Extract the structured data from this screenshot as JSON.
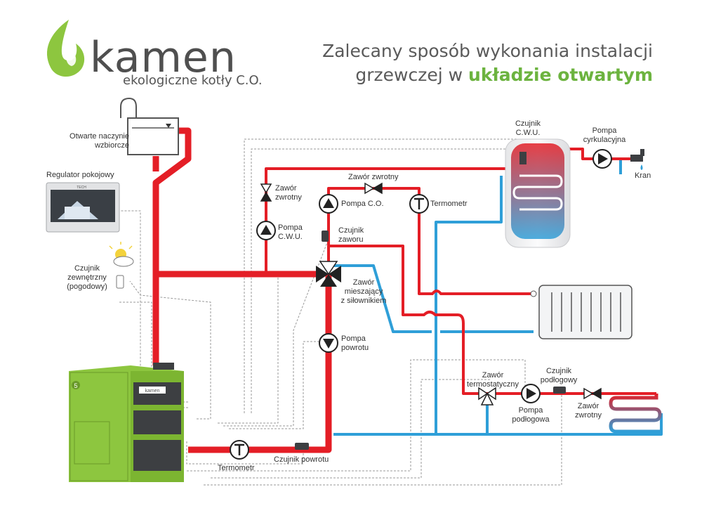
{
  "brand": {
    "name": "kamen",
    "tagline": "ekologiczne kotły C.O."
  },
  "title": {
    "line1": "Zalecany sposób wykonania instalacji",
    "line2_prefix": "grzewczej w ",
    "line2_highlight": "układzie otwartym"
  },
  "labels": {
    "expansion_vessel": [
      "Otwarte naczynie",
      "wzbiorcze"
    ],
    "room_controller": "Regulator pokojowy",
    "outdoor_sensor": [
      "Czujnik",
      "zewnętrzny",
      "(pogodowy)"
    ],
    "check_valve_dhw": [
      "Zawór",
      "zwrotny"
    ],
    "pump_dhw": [
      "Pompa",
      "C.W.U."
    ],
    "check_valve_top": "Zawór zwrotny",
    "pump_co": "Pompa C.O.",
    "thermometer_top": "Termometr",
    "valve_sensor": [
      "Czujnik",
      "zaworu"
    ],
    "mixing_valve": [
      "Zawór",
      "mieszający",
      "z siłownikiem"
    ],
    "return_pump": [
      "Pompa",
      "powrotu"
    ],
    "thermometer_bottom": "Termometr",
    "return_sensor": "Czujnik powrotu",
    "dhw_sensor": [
      "Czujnik",
      "C.W.U."
    ],
    "circulation_pump": [
      "Pompa",
      "cyrkulacyjna"
    ],
    "tap": "Kran",
    "thermostatic_valve": [
      "Zawór",
      "termostatyczny"
    ],
    "floor_sensor": [
      "Czujnik",
      "podłogowy"
    ],
    "floor_pump": [
      "Pompa",
      "podłogowa"
    ],
    "check_valve_floor": [
      "Zawór",
      "zwrotny"
    ]
  },
  "device_text": {
    "controller_brand": "TECH",
    "boiler_brand": "kamen",
    "boiler_badge": "5"
  },
  "colors": {
    "supply": "#e41e26",
    "return": "#2f9fd8",
    "boiler": "#8dc63f",
    "accent": "#6cb33f",
    "signal": "#9a9a9a"
  }
}
